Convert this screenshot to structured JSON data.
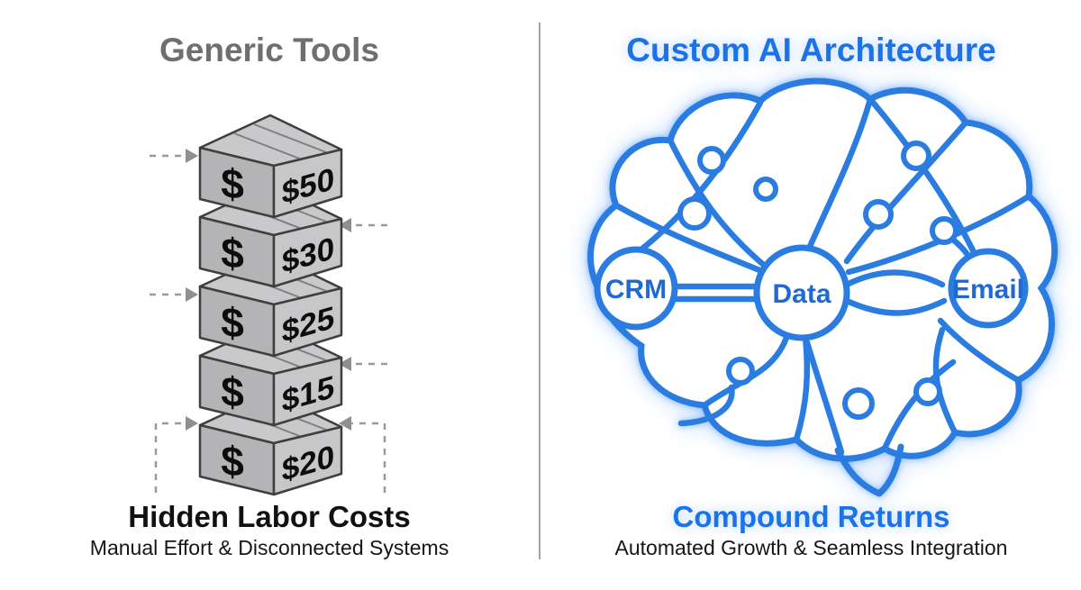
{
  "left": {
    "title": "Generic Tools",
    "boxes": [
      {
        "symbol": "$",
        "price": "$50",
        "arrow": "left"
      },
      {
        "symbol": "$",
        "price": "$30",
        "arrow": "right"
      },
      {
        "symbol": "$",
        "price": "$25",
        "arrow": "left"
      },
      {
        "symbol": "$",
        "price": "$15",
        "arrow": "right"
      },
      {
        "symbol": "$",
        "price": "$20",
        "arrow": "both"
      }
    ],
    "heading": "Hidden Labor Costs",
    "subheading": "Manual Effort & Disconnected Systems"
  },
  "right": {
    "title": "Custom AI Architecture",
    "nodes": [
      {
        "label": "CRM"
      },
      {
        "label": "Data"
      },
      {
        "label": "Email"
      }
    ],
    "heading": "Compound Returns",
    "subheading": "Automated Growth & Seamless Integration"
  },
  "colors": {
    "accent_blue": "#1a73e8",
    "brain_stroke": "#2b7ce0",
    "node_text_blue": "#2069d2",
    "title_gray": "#6f6f6f",
    "text_black": "#111111",
    "box_top_face": "#c9c9cb",
    "box_left_face": "#b4b4b6",
    "box_right_face": "#c7c7c9",
    "box_outline": "#3f3f3f",
    "arrow_gray": "#9a9a9a",
    "divider_gray": "#a3a3a3"
  }
}
